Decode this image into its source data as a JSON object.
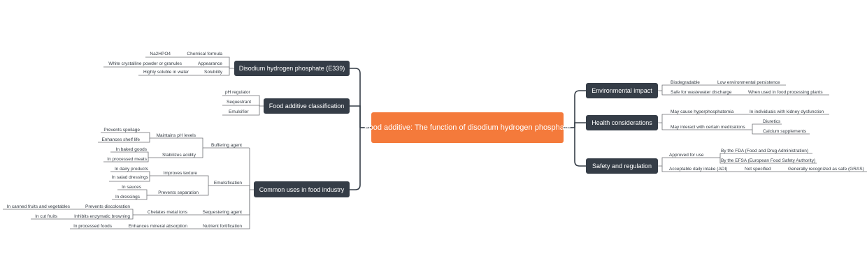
{
  "central": "Food additive: The function of disodium hydrogen phosphate",
  "left": {
    "disodium": {
      "title": "Disodium hydrogen phosphate (E339)",
      "chemical_formula": "Chemical formula",
      "formula_value": "Na2HPO4",
      "appearance": "Appearance",
      "appearance_value": "White crystalline powder or granules",
      "solubility": "Solubility",
      "solubility_value": "Highly soluble in water"
    },
    "classification": {
      "title": "Food additive classification",
      "items": [
        "pH regulator",
        "Sequestrant",
        "Emulsifier"
      ]
    },
    "uses": {
      "title": "Common uses in food industry",
      "buffering": "Buffering agent",
      "maintains_ph": "Maintains pH levels",
      "prevents_spoilage": "Prevents spoilage",
      "enhances_shelf_life": "Enhances shelf life",
      "stabilizes_acidity": "Stabilizes acidity",
      "in_baked_goods": "In baked goods",
      "in_processed_meats": "In processed meats",
      "emulsification": "Emulsification",
      "improves_texture": "Improves texture",
      "in_dairy_products": "In dairy products",
      "in_salad_dressings": "In salad dressings",
      "prevents_separation": "Prevents separation",
      "in_sauces": "In sauces",
      "in_dressings": "In dressings",
      "sequestering": "Sequestering agent",
      "chelates": "Chelates metal ions",
      "prevents_discoloration": "Prevents discoloration",
      "in_canned": "In canned fruits and vegetables",
      "inhibits_browning": "Inhibits enzymatic browning",
      "in_cut_fruits": "In cut fruits",
      "fortification": "Nutrient fortification",
      "enhances_mineral": "Enhances mineral absorption",
      "in_processed_foods": "In processed foods"
    }
  },
  "right": {
    "environmental": {
      "title": "Environmental impact",
      "biodegradable": "Biodegradable",
      "low_persistence": "Low environmental persistence",
      "safe_wastewater": "Safe for wastewater discharge",
      "when_used": "When used in food processing plants"
    },
    "health": {
      "title": "Health considerations",
      "hyperphosphatemia": "May cause hyperphosphatemia",
      "kidney": "In individuals with kidney dysfunction",
      "interact": "May interact with certain medications",
      "diuretics": "Diuretics",
      "calcium": "Calcium supplements"
    },
    "safety": {
      "title": "Safety and regulation",
      "approved": "Approved for use",
      "fda": "By the FDA (Food and Drug Administration)",
      "efsa": "By the EFSA (European Food Safety Authority)",
      "adi": "Acceptable daily intake (ADI)",
      "not_specified": "Not specified",
      "gras": "Generally recognized as safe (GRAS)"
    }
  },
  "colors": {
    "central": "#f47a3b",
    "main_topic": "#353d47",
    "line_main": "#353d47",
    "line_leaf": "#6c6f73"
  }
}
